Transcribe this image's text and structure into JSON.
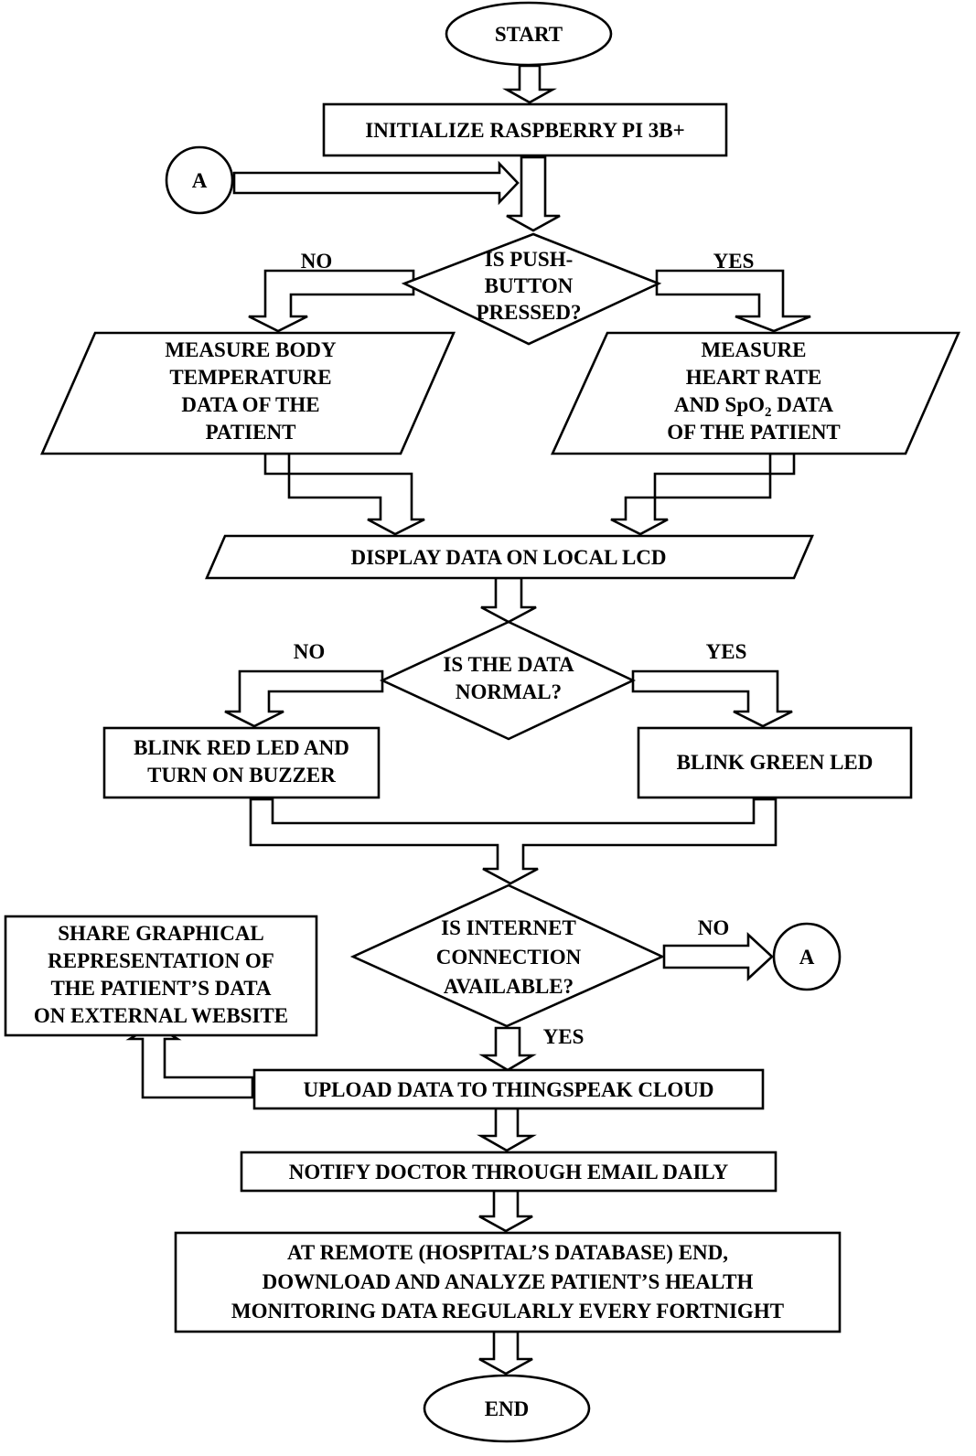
{
  "nodes": {
    "start": "START",
    "init": "INITIALIZE RASPBERRY PI 3B+",
    "connector_left": "A",
    "decision_push": [
      "IS PUSH-",
      "BUTTON",
      "PRESSED?"
    ],
    "measure_temp": [
      "MEASURE BODY",
      "TEMPERATURE",
      "DATA OF THE",
      "PATIENT"
    ],
    "measure_hr": {
      "line1": "MEASURE",
      "line2": "HEART RATE",
      "line3_pre": "AND SpO",
      "line3_sub": "2",
      "line3_post": " DATA",
      "line4": "OF THE PATIENT"
    },
    "display": "DISPLAY DATA ON LOCAL LCD",
    "decision_normal": [
      "IS THE DATA",
      "NORMAL?"
    ],
    "red_led": [
      "BLINK RED LED AND",
      "TURN ON BUZZER"
    ],
    "green_led": "BLINK GREEN LED",
    "decision_internet": [
      "IS INTERNET",
      "CONNECTION",
      "AVAILABLE?"
    ],
    "connector_right": "A",
    "share": [
      "SHARE GRAPHICAL",
      "REPRESENTATION OF",
      "THE PATIENT’S DATA",
      "ON EXTERNAL WEBSITE"
    ],
    "upload": "UPLOAD DATA TO THINGSPEAK CLOUD",
    "notify": "NOTIFY DOCTOR THROUGH EMAIL DAILY",
    "remote": [
      "AT REMOTE (HOSPITAL’S DATABASE) END,",
      "DOWNLOAD AND ANALYZE PATIENT’S HEALTH",
      "MONITORING DATA REGULARLY EVERY FORTNIGHT"
    ],
    "end": "END"
  },
  "labels": {
    "push_no": "NO",
    "push_yes": "YES",
    "normal_no": "NO",
    "normal_yes": "YES",
    "internet_no": "NO",
    "internet_yes": "YES"
  }
}
